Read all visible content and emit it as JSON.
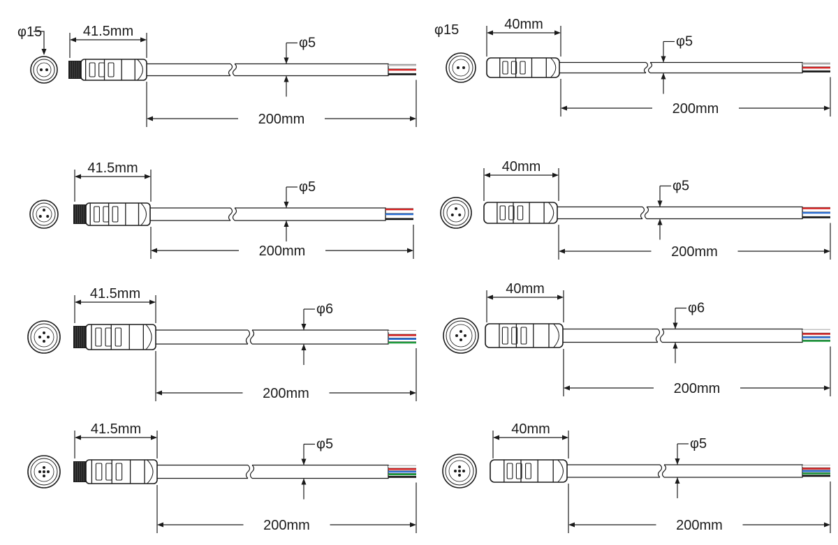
{
  "diagrams": [
    {
      "id": "r1-left",
      "gender": "male",
      "pins": 2,
      "length_label": "41.5mm",
      "diameter_label": "φ5",
      "cable_label": "200mm",
      "face_label": "φ15",
      "wires": [
        "#c0c0c0",
        "#d62020",
        "#111111"
      ]
    },
    {
      "id": "r1-right",
      "gender": "female",
      "pins": 2,
      "length_label": "40mm",
      "diameter_label": "φ5",
      "cable_label": "200mm",
      "face_label": "φ15",
      "wires": [
        "#c0c0c0",
        "#d62020",
        "#111111"
      ]
    },
    {
      "id": "r2-left",
      "gender": "male",
      "pins": 3,
      "length_label": "41.5mm",
      "diameter_label": "φ5",
      "cable_label": "200mm",
      "face_label": "",
      "wires": [
        "#d62020",
        "#2a6fd6",
        "#111111"
      ]
    },
    {
      "id": "r2-right",
      "gender": "female",
      "pins": 3,
      "length_label": "40mm",
      "diameter_label": "φ5",
      "cable_label": "200mm",
      "face_label": "",
      "wires": [
        "#d62020",
        "#2a6fd6",
        "#111111"
      ]
    },
    {
      "id": "r3-left",
      "gender": "male",
      "pins": 4,
      "length_label": "41.5mm",
      "diameter_label": "φ6",
      "cable_label": "200mm",
      "face_label": "",
      "wires": [
        "#ffffff",
        "#d62020",
        "#2a6fd6",
        "#1a9a3a"
      ]
    },
    {
      "id": "r3-right",
      "gender": "female",
      "pins": 4,
      "length_label": "40mm",
      "diameter_label": "φ6",
      "cable_label": "200mm",
      "face_label": "",
      "wires": [
        "#ffffff",
        "#d62020",
        "#2a6fd6",
        "#1a9a3a"
      ]
    },
    {
      "id": "r4-left",
      "gender": "male",
      "pins": 5,
      "length_label": "41.5mm",
      "diameter_label": "φ5",
      "cable_label": "200mm",
      "face_label": "",
      "wires": [
        "#ffffff",
        "#d62020",
        "#2a6fd6",
        "#1a9a3a",
        "#111111"
      ]
    },
    {
      "id": "r4-right",
      "gender": "female",
      "pins": 5,
      "length_label": "40mm",
      "diameter_label": "φ5",
      "cable_label": "200mm",
      "face_label": "",
      "wires": [
        "#ffffff",
        "#d62020",
        "#2a6fd6",
        "#1a9a3a",
        "#111111"
      ]
    }
  ]
}
